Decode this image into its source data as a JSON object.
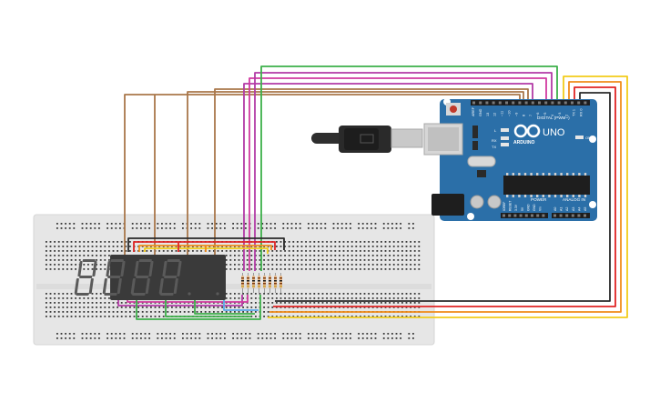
{
  "arduino": {
    "logo": "UNO",
    "digital_label": "DIGITAL (PWM~)",
    "power_label": "POWER",
    "analog_label": "ANALOG IN",
    "aref_label": "AREF",
    "gnd_label": "GND",
    "tx_label": "TX",
    "rx_label": "RX",
    "l_label": "L",
    "on_label": "ON",
    "digital_pins": [
      "13",
      "12",
      "~11",
      "~10",
      "~9",
      "8",
      "7",
      "~6",
      "~5",
      "4",
      "~3",
      "2",
      "TX 1",
      "RX 0"
    ],
    "power_pins": [
      "IOREF",
      "RESET",
      "3.3V",
      "5V",
      "GND",
      "GND",
      "Vin"
    ],
    "analog_pins": [
      "A0",
      "A1",
      "A2",
      "A3",
      "A4",
      "A5"
    ]
  },
  "display": {
    "type": "4-digit 7-segment",
    "digits": 4,
    "segment_color": "#5a5a5a"
  },
  "resistors": {
    "count": 8
  },
  "colors": {
    "board": "#2b6fa8",
    "breadboard": "#e6e6e6",
    "wire_brown": "#a9774a",
    "wire_purple": "#b23aa6",
    "wire_magenta": "#d13aa0",
    "wire_green": "#3db04a",
    "wire_red": "#e02424",
    "wire_orange": "#f08c1a",
    "wire_yellow": "#f2cc1a",
    "wire_black": "#2a2a2a",
    "wire_blue": "#58a9e8"
  }
}
